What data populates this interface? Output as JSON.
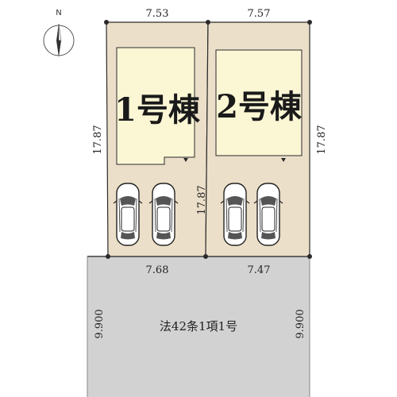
{
  "compass": {
    "label": "N",
    "icon": "north-arrow-icon"
  },
  "lots": [
    {
      "building": "1号棟",
      "top_width": "7.53",
      "bottom_width": "7.68",
      "left_depth": "17.87",
      "right_depth": "17.87",
      "parking_spaces": 2
    },
    {
      "building": "2号棟",
      "top_width": "7.57",
      "bottom_width": "7.47",
      "right_depth": "17.87",
      "parking_spaces": 2
    }
  ],
  "road": {
    "label": "法42条1項1号",
    "left_width": "9.900",
    "right_width": "9.900"
  },
  "colors": {
    "lot_fill": "#ecdfc9",
    "building_fill": "#fbf7d5",
    "road_fill": "#d2d2d2",
    "boundary": "#2a2a2a"
  }
}
